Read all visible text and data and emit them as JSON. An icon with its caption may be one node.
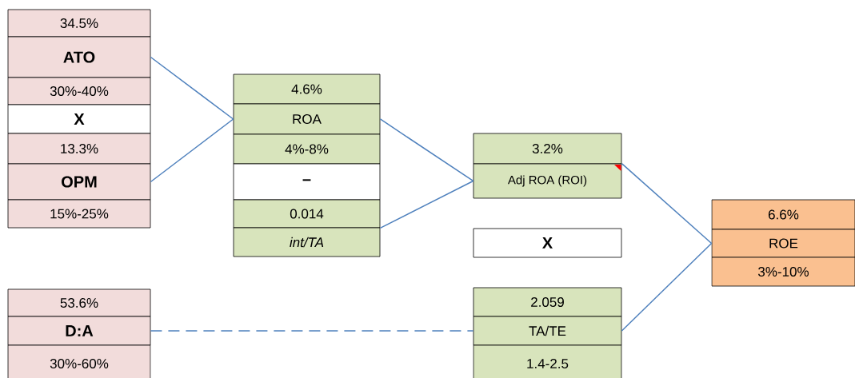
{
  "diagram": {
    "nodes": [
      {
        "text": [
          "34.5%"
        ]
      },
      {
        "text": [
          "ATO"
        ]
      },
      {
        "text": [
          "30%-40%"
        ]
      },
      {
        "text": [
          "X"
        ]
      },
      {
        "text": [
          "13.3%"
        ]
      },
      {
        "text": [
          "OPM"
        ]
      },
      {
        "text": [
          "15%-25%"
        ]
      },
      {
        "text": [
          "4.6%"
        ]
      },
      {
        "text": [
          "ROA"
        ]
      },
      {
        "text": [
          "4%-8%"
        ]
      },
      {
        "text": [
          "–"
        ]
      },
      {
        "text": [
          "0.014"
        ]
      },
      {
        "text": [
          "int/TA"
        ]
      },
      {
        "text": [
          "3.2%"
        ]
      },
      {
        "text": [
          "Adj ROA (ROI)"
        ]
      },
      {
        "text": [
          "X"
        ]
      },
      {
        "text": [
          "6.6%"
        ]
      },
      {
        "text": [
          "ROE"
        ]
      },
      {
        "text": [
          "3%-10%"
        ]
      },
      {
        "text": [
          "53.6%"
        ]
      },
      {
        "text": [
          "D:A"
        ]
      },
      {
        "text": [
          "30%-60%"
        ]
      },
      {
        "text": [
          "2.059"
        ]
      },
      {
        "text": [
          "TA/TE"
        ]
      },
      {
        "text": [
          "1.4-2.5"
        ]
      }
    ],
    "edges": [
      {
        "from": 1,
        "to": 8,
        "arrow": "none"
      },
      {
        "from": 5,
        "to": 8,
        "arrow": "none"
      },
      {
        "from": 8,
        "to": 14,
        "arrow": "none"
      },
      {
        "from": 11,
        "to": 14,
        "arrow": "none"
      },
      {
        "from": 14,
        "to": 17,
        "arrow": "none"
      },
      {
        "from": 20,
        "to": 23,
        "arrow": "none",
        "style": "dashed"
      },
      {
        "from": 23,
        "to": 17,
        "arrow": "none"
      }
    ]
  }
}
